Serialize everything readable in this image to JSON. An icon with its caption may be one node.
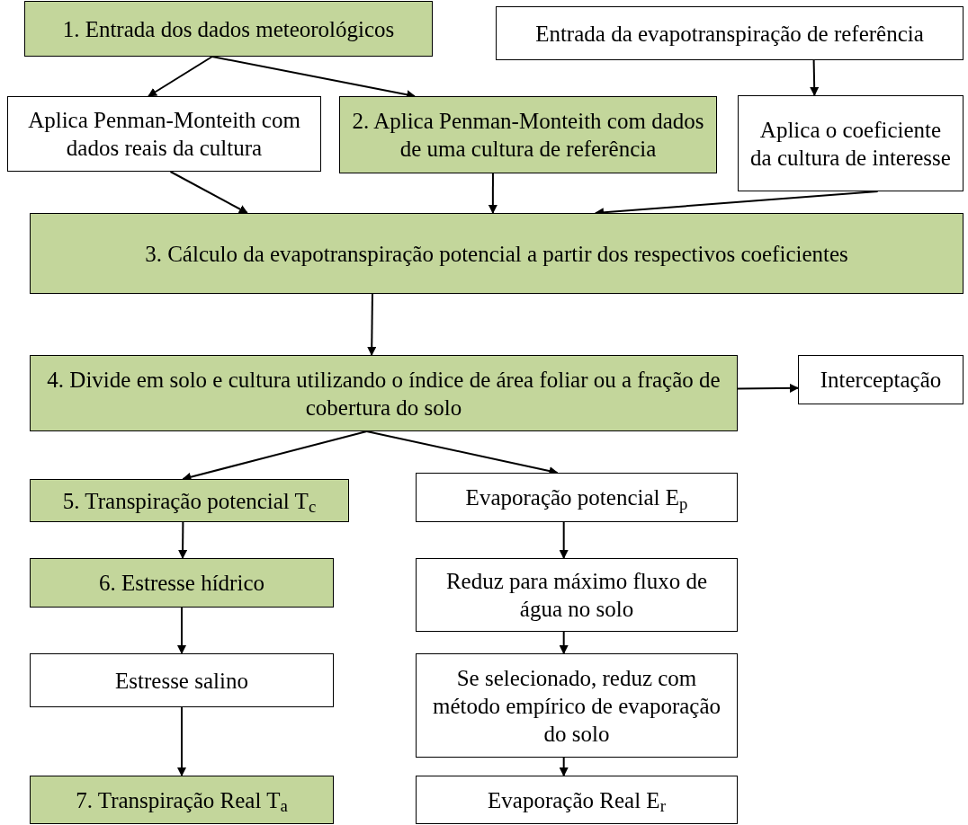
{
  "diagram": {
    "nodes": [
      {
        "text": [
          "1. Entrada dos dados meteorológicos"
        ]
      },
      {
        "text": [
          "Entrada da evapotranspiração de referência"
        ]
      },
      {
        "text": [
          "Aplica Penman-Monteith com dados reais da cultura"
        ]
      },
      {
        "text": [
          "2. Aplica Penman-Monteith com dados de uma cultura de referência"
        ]
      },
      {
        "text": [
          "Aplica o coeficiente da cultura de interesse"
        ]
      },
      {
        "text": [
          "3. Cálculo da evapotranspiração potencial a partir dos respectivos coeficientes"
        ]
      },
      {
        "text": [
          "4. Divide em solo e cultura utilizando o índice de área foliar ou a fração de cobertura do solo"
        ]
      },
      {
        "text": [
          "Interceptação"
        ]
      },
      {
        "text": [
          "5. Transpiração potencial T$_{c}$"
        ]
      },
      {
        "text": [
          "Evaporação potencial E$_{p}$"
        ]
      },
      {
        "text": [
          "6. Estresse hídrico"
        ]
      },
      {
        "text": [
          "Reduz para máximo fluxo de água no solo"
        ]
      },
      {
        "text": [
          "Estresse salino"
        ]
      },
      {
        "text": [
          "Se selecionado, reduz com método empírico de evaporação do solo"
        ]
      },
      {
        "text": [
          "7. Transpiração Real T$_{a}$"
        ]
      },
      {
        "text": [
          "Evaporação Real E$_{r}$"
        ]
      }
    ],
    "edges": [
      {
        "from": 0,
        "to": 2,
        "arrow": "to"
      },
      {
        "from": 0,
        "to": 3,
        "arrow": "to"
      },
      {
        "from": 1,
        "to": 4,
        "arrow": "to"
      },
      {
        "from": 2,
        "to": 5,
        "arrow": "to"
      },
      {
        "from": 3,
        "to": 5,
        "arrow": "to"
      },
      {
        "from": 4,
        "to": 5,
        "arrow": "to"
      },
      {
        "from": 5,
        "to": 6,
        "arrow": "to"
      },
      {
        "from": 6,
        "to": 7,
        "arrow": "to"
      },
      {
        "from": 6,
        "to": 8,
        "arrow": "to"
      },
      {
        "from": 6,
        "to": 9,
        "arrow": "to"
      },
      {
        "from": 8,
        "to": 10,
        "arrow": "to"
      },
      {
        "from": 9,
        "to": 11,
        "arrow": "to"
      },
      {
        "from": 10,
        "to": 12,
        "arrow": "to"
      },
      {
        "from": 11,
        "to": 13,
        "arrow": "to"
      },
      {
        "from": 12,
        "to": 14,
        "arrow": "to"
      },
      {
        "from": 13,
        "to": 15,
        "arrow": "to"
      }
    ]
  }
}
